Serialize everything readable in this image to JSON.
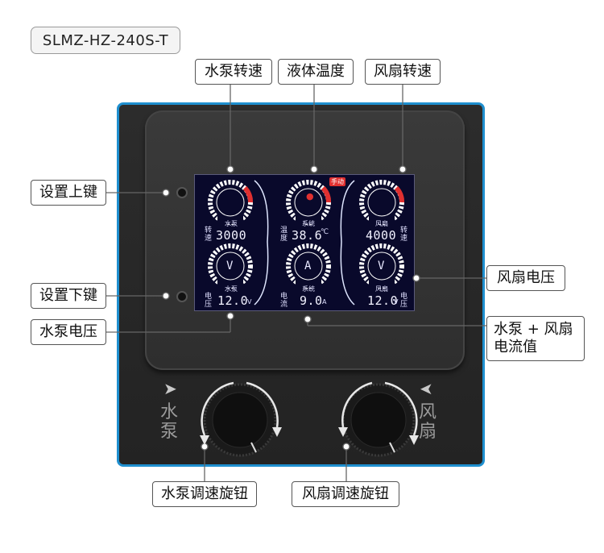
{
  "model": "SLMZ-HZ-240S-T",
  "callouts": {
    "pump_speed": "水泵转速",
    "liquid_temp": "液体温度",
    "fan_speed": "风扇转速",
    "set_up_key": "设置上键",
    "set_down_key": "设置下键",
    "pump_voltage": "水泵电压",
    "fan_voltage": "风扇电压",
    "pump_fan_current": "水泵 + 风扇 电流值",
    "pump_knob": "水泵调速旋钮",
    "fan_knob": "风扇调速旋钮"
  },
  "screen": {
    "mode_badge": "手动",
    "pump": {
      "speed_label": "转速",
      "speed_value": "3000",
      "gauge_label": "水泵",
      "voltage_label": "电压",
      "voltage_value": "12.0",
      "voltage_unit": "V",
      "v_symbol": "V"
    },
    "temp": {
      "label": "温度",
      "value": "38.6",
      "unit": "℃",
      "gauge_label": "系统"
    },
    "current": {
      "label": "电流",
      "value": "9.0",
      "unit": "A",
      "gauge_label": "系统",
      "a_symbol": "A"
    },
    "fan": {
      "speed_label": "转速",
      "speed_value": "4000",
      "gauge_label": "风扇",
      "voltage_label": "电压",
      "voltage_value": "12.0",
      "voltage_unit": "V",
      "v_symbol": "V"
    }
  },
  "knobs": {
    "pump_side_text": "水泵",
    "fan_side_text": "风扇"
  },
  "colors": {
    "device_border": "#1e8fcf",
    "screen_bg": "#09092b",
    "gauge_red": "#e03030"
  }
}
